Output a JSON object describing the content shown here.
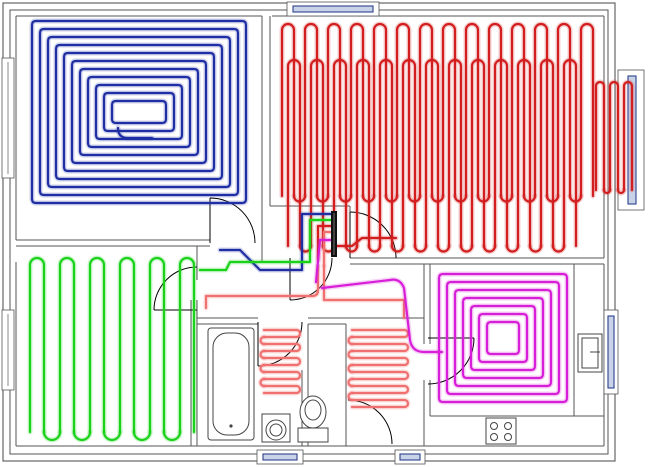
{
  "colors": {
    "zone_living": "#1f2fa3",
    "zone_large": "#d21e1e",
    "zone_bedroom": "#19d219",
    "zone_bath": "#f06f6f",
    "zone_kitchen": "#d81fd8",
    "manifold": "#111111",
    "wall": "#555555",
    "window_glass": "#c9d3e8"
  },
  "zones": [
    {
      "id": "living",
      "color": "#1f2fa3",
      "layout": "spiral"
    },
    {
      "id": "large-room",
      "color": "#d21e1e",
      "layout": "serpentine"
    },
    {
      "id": "bedroom",
      "color": "#19d219",
      "layout": "serpentine"
    },
    {
      "id": "bathroom-hall",
      "color": "#f06f6f",
      "layout": "serpentine"
    },
    {
      "id": "kitchen",
      "color": "#d81fd8",
      "layout": "spiral"
    }
  ],
  "fixtures": [
    "bathtub",
    "sink",
    "toilet",
    "cooktop",
    "kitchen-sink"
  ],
  "icons": [
    "manifold-icon",
    "door-swing-icon",
    "window-icon"
  ]
}
